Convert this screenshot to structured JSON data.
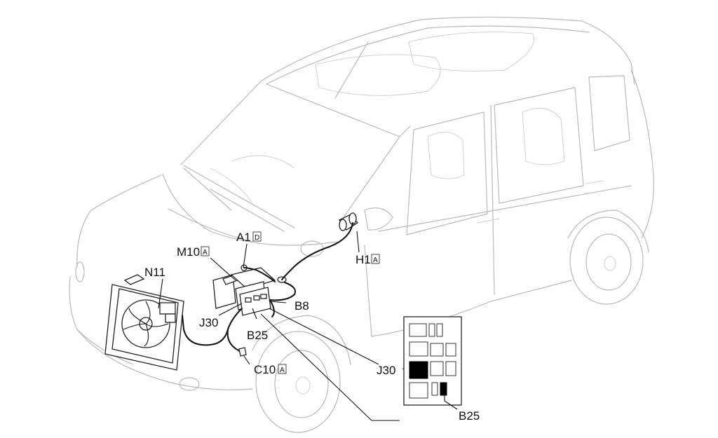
{
  "labels": {
    "a1": "A1",
    "a1_badge": "D",
    "m10": "M10",
    "m10_badge": "A",
    "n11": "N11",
    "h1": "H1",
    "h1_badge": "A",
    "b8": "B8",
    "j30": "J30",
    "b25": "B25",
    "c10": "C10",
    "c10_badge": "A",
    "inset_j30": "J30",
    "inset_b25": "B25"
  }
}
